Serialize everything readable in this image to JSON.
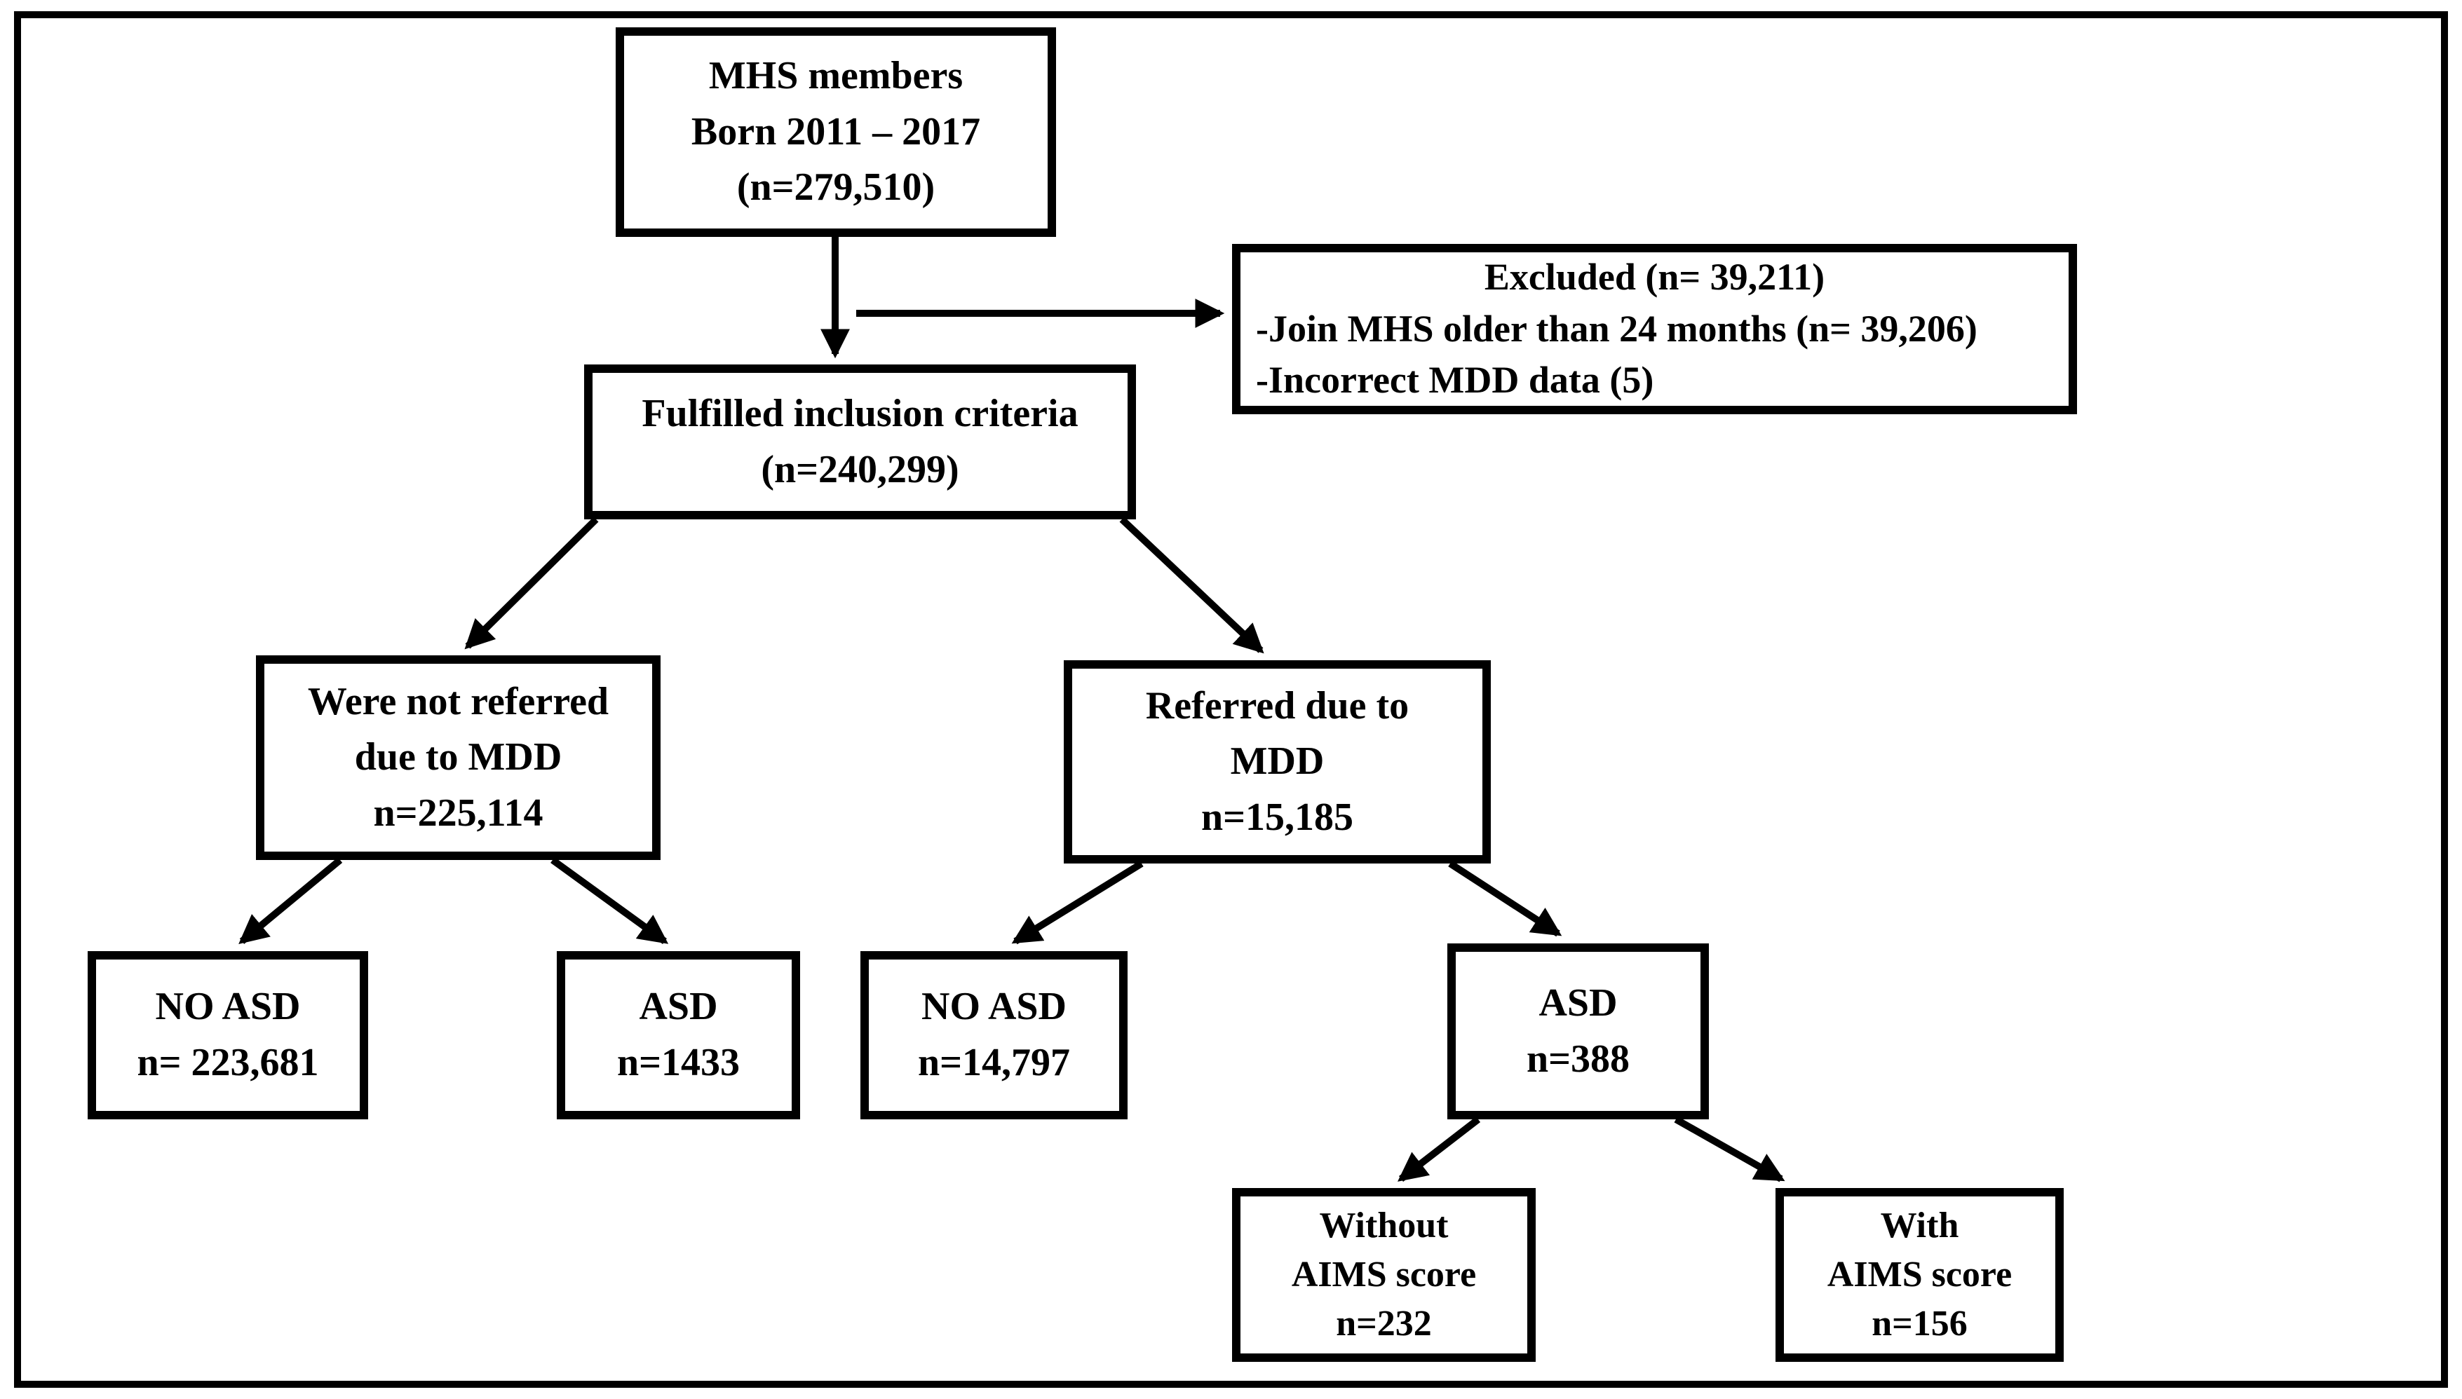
{
  "figure": {
    "type": "flowchart",
    "background_color": "#ffffff",
    "line_color": "#000000"
  },
  "nodes": {
    "mhs": {
      "line1": "MHS members",
      "line2": "Born 2011 – 2017",
      "line3": "(n=279,510)"
    },
    "excluded": {
      "line1": "Excluded (n= 39,211)",
      "line2": "-Join MHS older than 24 months (n= 39,206)",
      "line3": "-Incorrect MDD data (5)"
    },
    "fulfilled": {
      "line1": "Fulfilled inclusion criteria",
      "line2": "(n=240,299)"
    },
    "not_referred": {
      "line1": "Were not referred",
      "line2": "due to MDD",
      "line3": "n=225,114"
    },
    "referred": {
      "line1": "Referred due to",
      "line2": "MDD",
      "line3": "n=15,185"
    },
    "no_asd_left": {
      "line1": "NO ASD",
      "line2": "n= 223,681"
    },
    "asd_left": {
      "line1": "ASD",
      "line2": "n=1433"
    },
    "no_asd_right": {
      "line1": "NO ASD",
      "line2": "n=14,797"
    },
    "asd_right": {
      "line1": "ASD",
      "line2": "n=388"
    },
    "without_aims": {
      "line1": "Without",
      "line2": "AIMS score",
      "line3": "n=232"
    },
    "with_aims": {
      "line1": "With",
      "line2": "AIMS score",
      "line3": "n=156"
    }
  },
  "arrows": [
    {
      "from": "mhs",
      "to": "fulfilled"
    },
    {
      "from": "mhs",
      "to": "excluded"
    },
    {
      "from": "fulfilled",
      "to": "not_referred"
    },
    {
      "from": "fulfilled",
      "to": "referred"
    },
    {
      "from": "not_referred",
      "to": "no_asd_left"
    },
    {
      "from": "not_referred",
      "to": "asd_left"
    },
    {
      "from": "referred",
      "to": "no_asd_right"
    },
    {
      "from": "referred",
      "to": "asd_right"
    },
    {
      "from": "asd_right",
      "to": "without_aims"
    },
    {
      "from": "asd_right",
      "to": "with_aims"
    }
  ]
}
